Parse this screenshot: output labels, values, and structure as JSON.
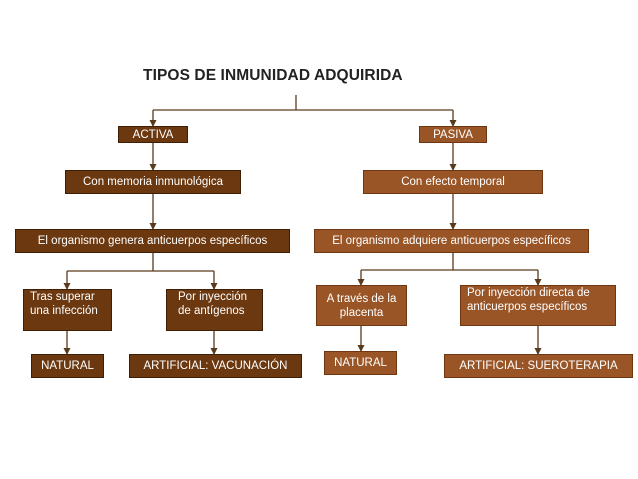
{
  "title": "TIPOS DE INMUNIDAD ADQUIRIDA",
  "colors": {
    "dark_box": "#6b3810",
    "light_box": "#9a5527",
    "connector": "#5a3a1c"
  },
  "nodes": {
    "activa": "ACTIVA",
    "pasiva": "PASIVA",
    "memoria": "Con memoria inmunológica",
    "efecto_temporal": "Con efecto temporal",
    "genera": "El organismo genera anticuerpos específicos",
    "adquiere": "El organismo adquiere anticuerpos específicos",
    "tras_superar": [
      "Tras superar",
      "una infección"
    ],
    "iny_antigenos": [
      "Por inyección",
      "de antígenos"
    ],
    "placenta": [
      "A través de la",
      "placenta"
    ],
    "iny_directa": [
      "Por inyección directa de",
      "anticuerpos específicos"
    ],
    "natural_activa": "NATURAL",
    "vacunacion": "ARTIFICIAL: VACUNACIÓN",
    "natural_pasiva": "NATURAL",
    "sueroterapia": "ARTIFICIAL: SUEROTERAPIA"
  }
}
